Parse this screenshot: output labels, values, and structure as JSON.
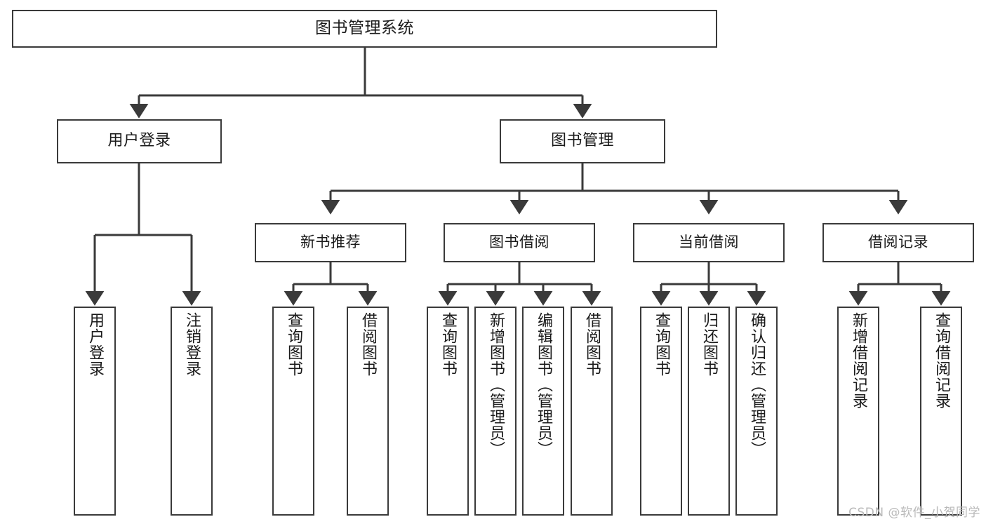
{
  "diagram": {
    "title": "图书管理系统",
    "watermark": "CSDN @软件_小贺同学",
    "colors": {
      "border": "#3a3a3a",
      "background": "#ffffff",
      "text": "#1a1a1a",
      "watermark": "#b9b9b9"
    },
    "root": {
      "label": "图书管理系统"
    },
    "level2": [
      {
        "label": "用户登录"
      },
      {
        "label": "图书管理"
      }
    ],
    "level3": [
      {
        "label": "新书推荐"
      },
      {
        "label": "图书借阅"
      },
      {
        "label": "当前借阅"
      },
      {
        "label": "借阅记录"
      }
    ],
    "leaves": {
      "user_login": [
        {
          "label": "用户登录"
        },
        {
          "label": "注销登录"
        }
      ],
      "new_book": [
        {
          "label": "查询图书"
        },
        {
          "label": "借阅图书"
        }
      ],
      "book_borrow": [
        {
          "label": "查询图书"
        },
        {
          "label": "新增图书（管理员）"
        },
        {
          "label": "编辑图书（管理员）"
        },
        {
          "label": "借阅图书"
        }
      ],
      "current_borrow": [
        {
          "label": "查询图书"
        },
        {
          "label": "归还图书"
        },
        {
          "label": "确认归还（管理员）"
        }
      ],
      "borrow_record": [
        {
          "label": "新增借阅记录"
        },
        {
          "label": "查询借阅记录"
        }
      ]
    }
  }
}
